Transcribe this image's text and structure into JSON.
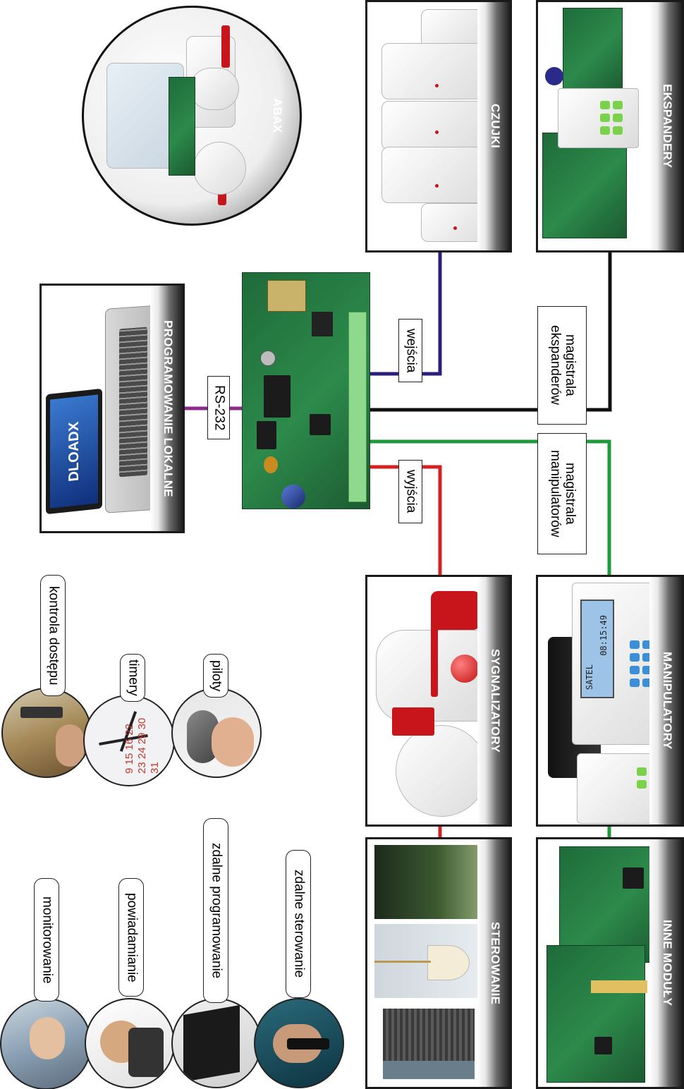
{
  "panels": {
    "abax": "ABAX",
    "czujki": "CZUJKI",
    "ekspandery": "EKSPANDERY",
    "programowanie": "PROGRAMOWANIE LOKALNE",
    "sygnalizatory": "SYGNALIZATORY",
    "manipulatory": "MANIPULATORY",
    "sterowanie": "STEROWANIE",
    "inne": "INNE MODUŁY"
  },
  "laptop_screen": "DLOADX",
  "connectors": {
    "rs232": "RS-232",
    "wejscia": "wejścia",
    "wyjscia": "wyjścia",
    "magistrala_ekspanderow": "magistrala ekspanderów",
    "magistrala_manipulatorow": "magistrala manipulatorów"
  },
  "features": {
    "kontrola": "kontrola dostępu",
    "timery": "timery",
    "piloty": "piloty",
    "monitorowanie": "monitorowanie",
    "powiadamianie": "powiadamianie",
    "zdalne_programowanie": "zdalne programowanie",
    "zdalne_sterowanie": "zdalne sterowanie"
  },
  "keypad_display": {
    "line1": "SATEL",
    "line2": "08:15:49"
  },
  "clock_numbers": [
    "9",
    "15",
    "16",
    "22",
    "23",
    "24",
    "29",
    "30",
    "31"
  ],
  "colors": {
    "rs232": "#8b2b8f",
    "wejscia": "#2a1f7a",
    "wyjscia": "#d42020",
    "magistrala_ekspanderow": "#111111",
    "magistrala_manipulatorow": "#1e9a3a"
  }
}
